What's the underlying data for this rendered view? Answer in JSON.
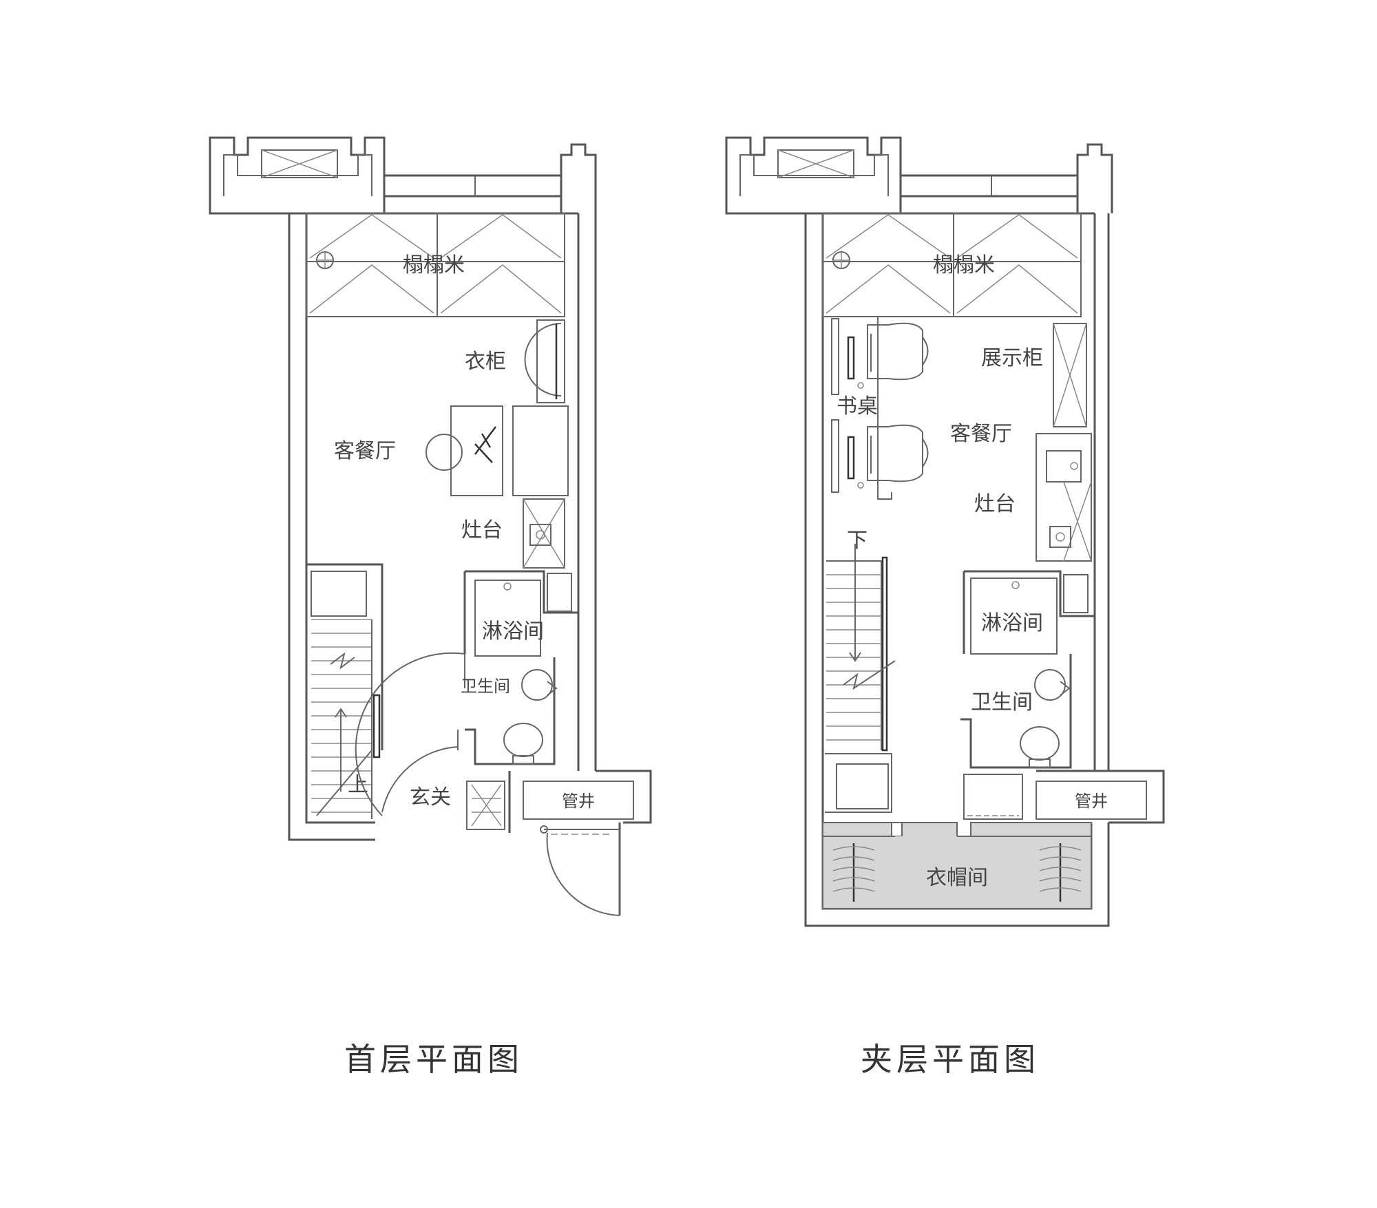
{
  "ground_floor": {
    "caption": "首层平面图",
    "rooms": {
      "tree": "榻榻米",
      "wardrobe": "衣柜",
      "living_dining": "客餐厅",
      "stove": "灶台",
      "shower": "淋浴间",
      "toilet": "卫生间",
      "foyer": "玄关",
      "shaft": "管井"
    },
    "stair_mark": "上"
  },
  "mezzanine": {
    "caption": "夹层平面图",
    "rooms": {
      "tree": "榻榻米",
      "display_cabinet": "展示柜",
      "desk": "书桌",
      "living_dining": "客餐厅",
      "stove": "灶台",
      "shower": "淋浴间",
      "toilet": "卫生间",
      "shaft": "管井",
      "cloakroom": "衣帽间"
    },
    "stair_mark": "下"
  }
}
